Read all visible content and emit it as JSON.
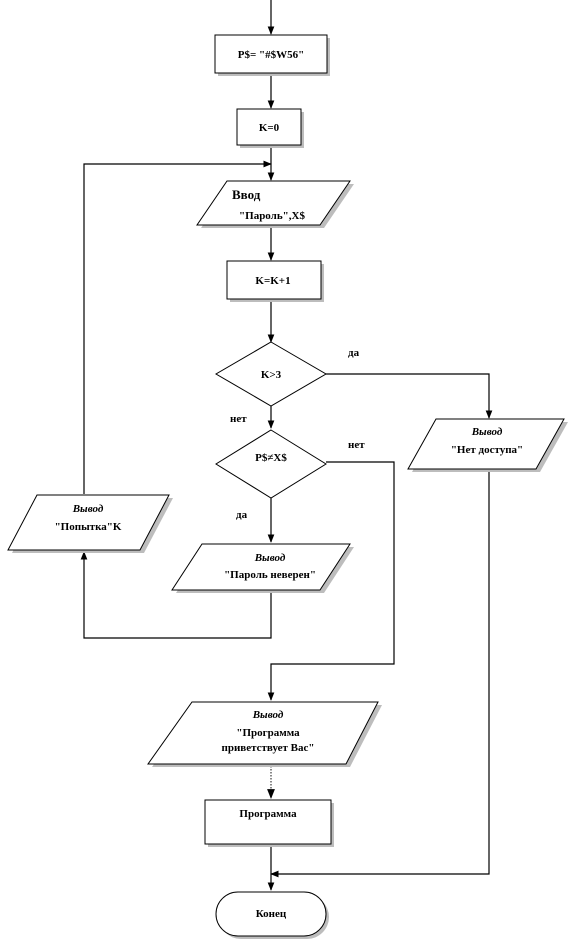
{
  "nodes": {
    "assign_password": {
      "text": "P$= \"#$W56\""
    },
    "init_counter": {
      "text": "K=0"
    },
    "input_password": {
      "keyword": "Ввод",
      "text": "\"Пароль\",X$"
    },
    "increment_counter": {
      "text": "K=K+1"
    },
    "decision_attempts": {
      "text": "K>3"
    },
    "decision_password": {
      "text": "P$≠X$"
    },
    "output_no_access": {
      "keyword": "Вывод",
      "text": "\"Нет доступа\""
    },
    "output_attempt": {
      "keyword": "Вывод",
      "text": "\"Попытка\"K"
    },
    "output_wrong_password": {
      "keyword": "Вывод",
      "text": "\"Пароль неверен\""
    },
    "output_welcome": {
      "keyword": "Вывод",
      "lines": [
        "\"Программа",
        "приветствует Вас\""
      ]
    },
    "program_block": {
      "text": "Программа"
    },
    "end_terminal": {
      "text": "Конец"
    }
  },
  "edge_labels": {
    "attempts_yes": "да",
    "attempts_no": "нет",
    "password_no": "нет",
    "password_yes": "да"
  }
}
